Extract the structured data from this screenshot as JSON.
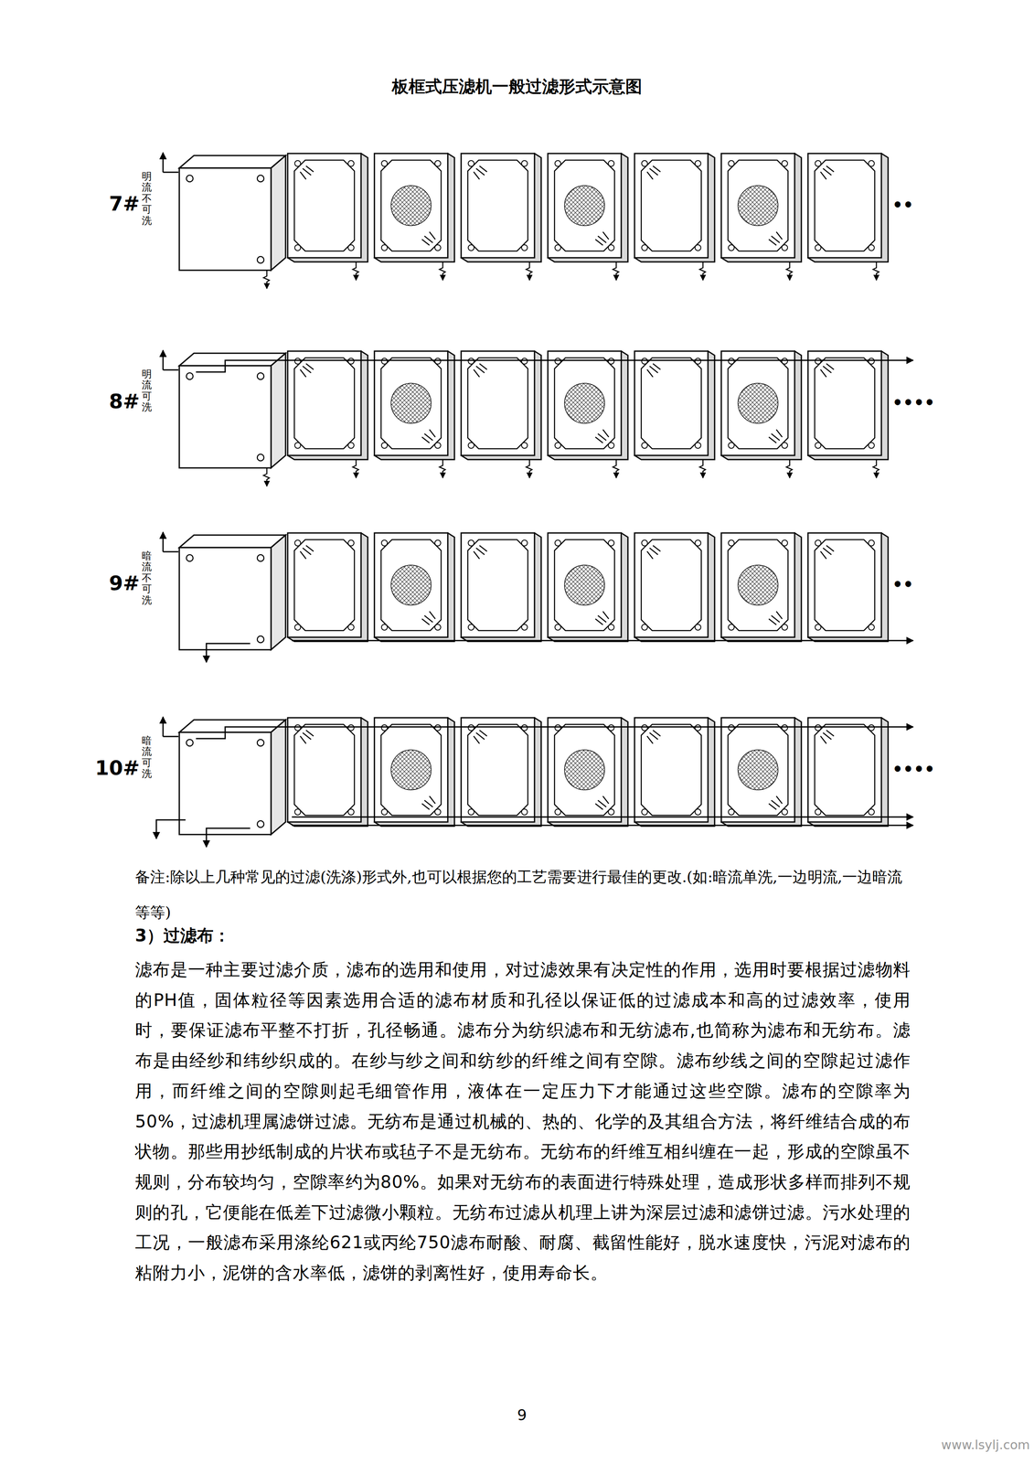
{
  "diagram": {
    "title": "板框式压滤机一般过滤形式示意图",
    "labels": [
      "7#",
      "明流不可洗",
      "••",
      "8#",
      "明流可洗",
      "••••",
      "9#",
      "暗流不可洗",
      "••",
      "10#",
      "暗流可洗",
      "••••",
      "备注:除以上几种常见的过滤(洗涤)形式外,也可以根据您的工艺需要进行最佳的更改.(如:暗流单洗,一边明流,一边暗流等等)",
      "3）过滤布：",
      "滤布是一种主要过滤介质，滤布的选用和使用，对过滤效果有决定性的作用，选用时要根据过滤物料的PH值，固体粒径等因素选用合适的滤布材质和孔径以保证低的过滤成本和高的过滤效率，使用时，要保证滤布平整不打折，孔径畅通。滤布分为纺织滤布和无纺滤布,也简称为滤布和无纺布。滤布是由经纱和纬纱织成的。在纱与纱之间和纺纱的纤维之间有空隙。滤布纱线之间的空隙起过滤作用，而纤维之间的空隙则起毛细管作用，液体在一定压力下才能通过这些空隙。滤布的空隙率为50%，过滤机理属滤饼过滤。无纺布是通过机械的、热的、化学的及其组合方法，将纤维结合成的布状物。那些用抄纸制成的片状布或毡子不是无纺布。无纺布的纤维互相纠缠在一起，形成的空隙虽不规则，分布较均匀，空隙率约为80%。如果对无纺布的表面进行特殊处理，造成形状多样而排列不规则的孔，它便能在低差下过滤微小颗粒。无纺布过滤从机理上讲为深层过滤和滤饼过滤。污水处理的工况，一般滤布采用涤纶621或丙纶750滤布耐酸、耐腐、截留性能好，脱水速度快，污泥对滤布的粘附力小，泥饼的含水率低，滤饼的剥离性好，使用寿命长。",
      "9",
      "www.lsylj.com"
    ]
  }
}
